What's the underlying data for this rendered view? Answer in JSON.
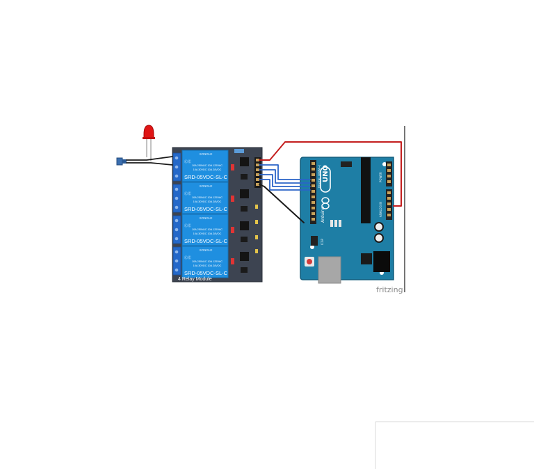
{
  "relay_module": {
    "label": "4 Relay Module",
    "relays": [
      {
        "brand": "SONGLE",
        "spec_line1": "10A 250VAC  10A 125VAC",
        "spec_line2": "10A  30VDC  10A  28VDC",
        "model": "SRD-05VDC-SL-C"
      },
      {
        "brand": "SONGLE",
        "spec_line1": "10A 250VAC  10A 125VAC",
        "spec_line2": "10A  30VDC  10A  28VDC",
        "model": "SRD-05VDC-SL-C"
      },
      {
        "brand": "SONGLE",
        "spec_line1": "10A 250VAC  10A 125VAC",
        "spec_line2": "10A  30VDC  10A  28VDC",
        "model": "SRD-05VDC-SL-C"
      },
      {
        "brand": "SONGLE",
        "spec_line1": "10A 250VAC  10A 125VAC",
        "spec_line2": "10A  30VDC  10A  28VDC",
        "model": "SRD-05VDC-SL-C"
      }
    ]
  },
  "arduino": {
    "logo": "UNO",
    "brand": "Arduino",
    "label_digital": "DIGITAL (PWM~)",
    "label_icsp": "ICSP",
    "label_power": "POWER",
    "label_analog": "ANALOG IN"
  },
  "watermark": "fritzing",
  "colors": {
    "wire_red": "#c41e1e",
    "wire_blue": "#2a64c8",
    "wire_black": "#1a1a1a",
    "relay_board": "#3d4451",
    "relay_blue": "#1f8fe0",
    "arduino_teal": "#1e7ea5",
    "led_red": "#e01515"
  }
}
